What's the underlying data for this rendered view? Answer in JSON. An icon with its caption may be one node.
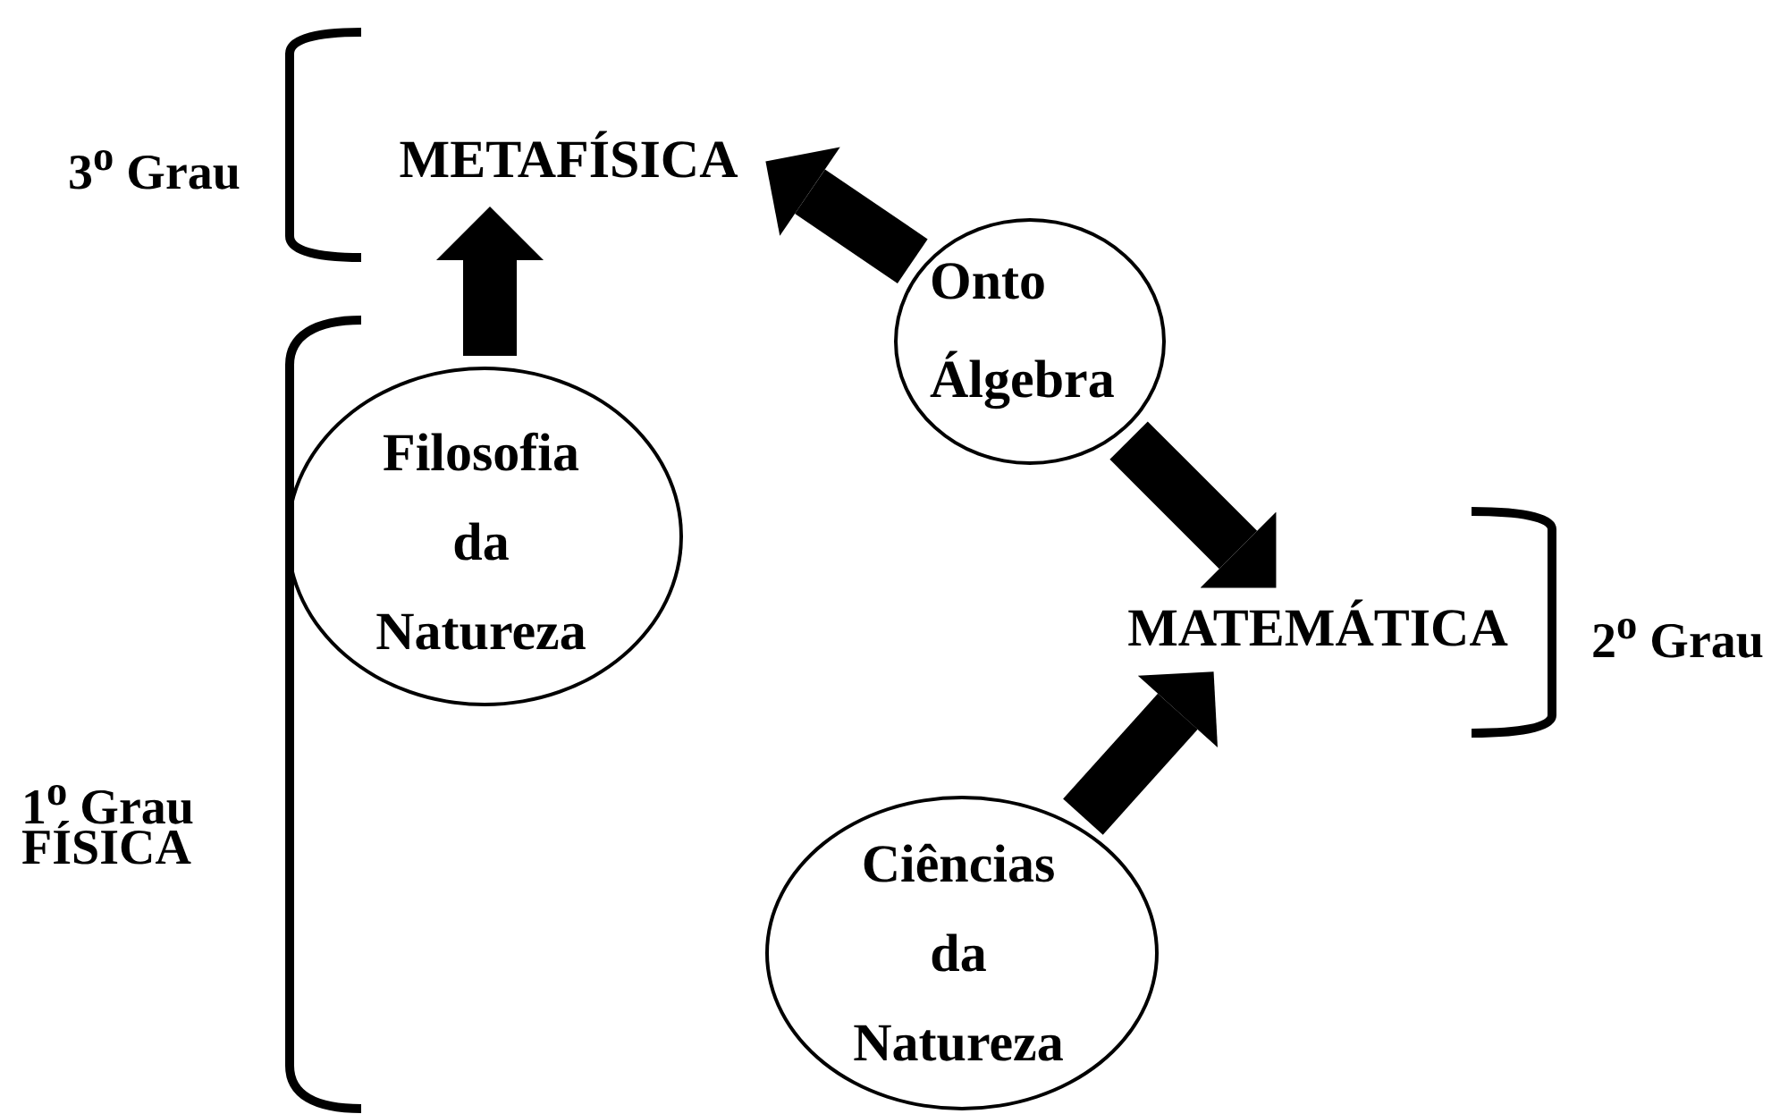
{
  "diagram": {
    "nodes": [
      {
        "text": [
          "METAFÍSICA"
        ]
      },
      {
        "text": [
          "Onto Álgebra"
        ]
      },
      {
        "text": [
          "Filosofia da Natureza"
        ]
      },
      {
        "text": [
          "MATEMÁTICA"
        ]
      },
      {
        "text": [
          "Ciências da Natureza"
        ]
      }
    ],
    "edges": [
      {
        "from": 2,
        "to": 0,
        "arrow": "to"
      },
      {
        "from": 1,
        "to": 0,
        "arrow": "to"
      },
      {
        "from": 1,
        "to": 3,
        "arrow": "to"
      },
      {
        "from": 4,
        "to": 3,
        "arrow": "to"
      }
    ],
    "labels": [
      "3$^{o}$ Grau",
      "2$^{o}$ Grau",
      "1$^{o}$ Grau",
      "FÍSICA"
    ]
  }
}
